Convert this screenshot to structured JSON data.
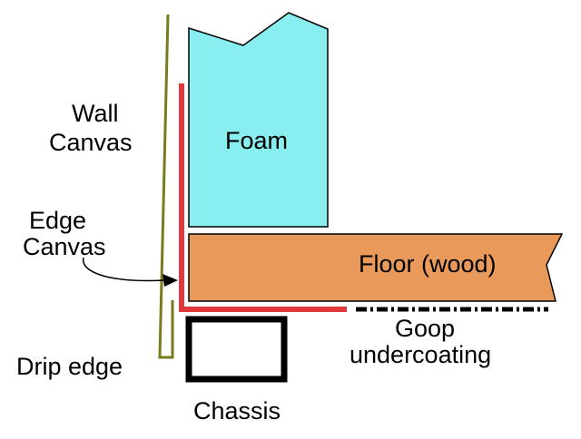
{
  "labels": {
    "wall_canvas_line1": "Wall",
    "wall_canvas_line2": "Canvas",
    "edge_canvas_line1": "Edge",
    "edge_canvas_line2": "Canvas",
    "drip_edge": "Drip edge",
    "foam": "Foam",
    "floor": "Floor (wood)",
    "goop_line1": "Goop",
    "goop_line2": "undercoating",
    "chassis": "Chassis"
  },
  "colors": {
    "wall_canvas": "#7a7a1e",
    "edge_canvas": "#e0393a",
    "foam": "#88eef0",
    "floor": "#e9995a",
    "chassis": "#000000",
    "goop": "#000000",
    "outline": "#000000"
  }
}
